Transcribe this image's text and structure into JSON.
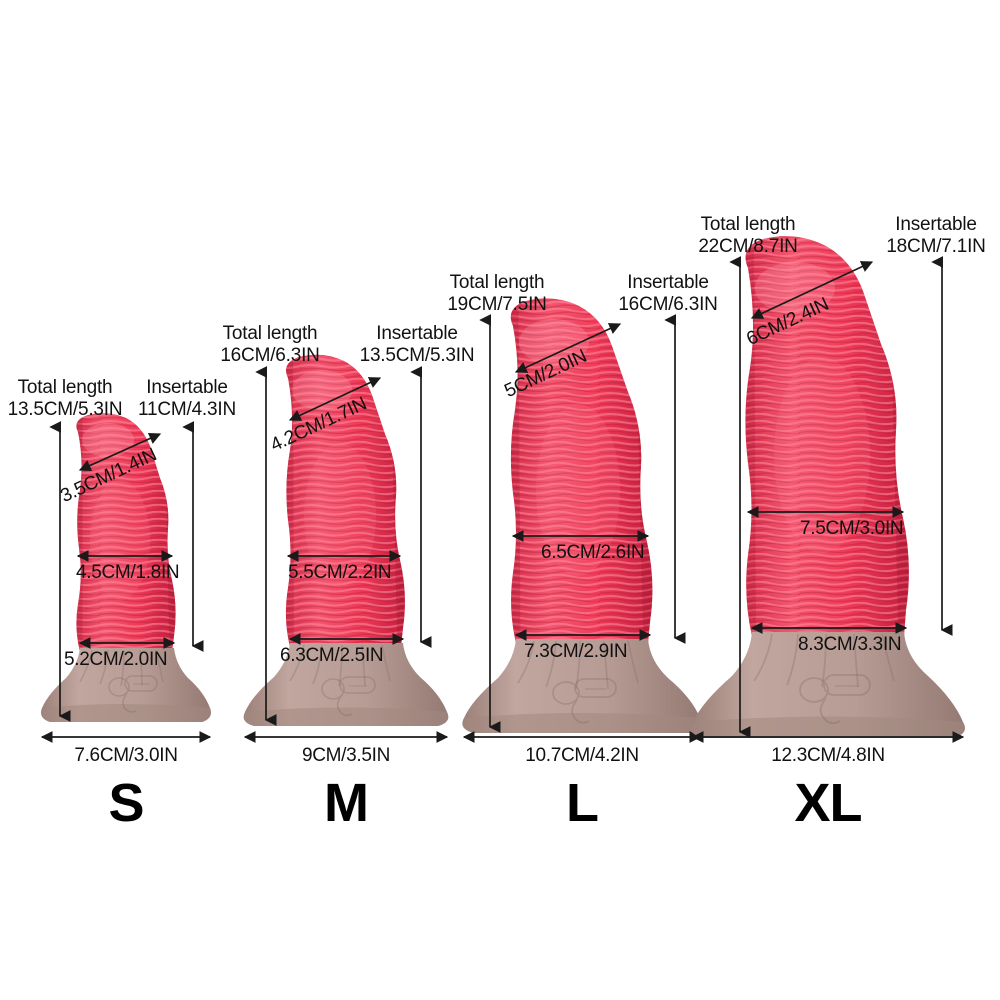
{
  "page": {
    "background": "#ffffff",
    "shaft_color": "#f0435e",
    "shaft_color_light": "#fb8396",
    "shaft_color_dark": "#c9203f",
    "base_color": "#b49a93",
    "base_color_dark": "#8e736c",
    "text_color": "#111111"
  },
  "labels": {
    "total_length": "Total length",
    "insertable": "Insertable"
  },
  "sizes": [
    {
      "letter": "S",
      "total_length": "13.5CM/5.3IN",
      "insertable": "11CM/4.3IN",
      "head_width": "3.5CM/1.4IN",
      "mid_girth": "4.5CM/1.8IN",
      "lower_girth": "5.2CM/2.0IN",
      "base_width": "7.6CM/3.0IN"
    },
    {
      "letter": "M",
      "total_length": "16CM/6.3IN",
      "insertable": "13.5CM/5.3IN",
      "head_width": "4.2CM/1.7IN",
      "mid_girth": "5.5CM/2.2IN",
      "lower_girth": "6.3CM/2.5IN",
      "base_width": "9CM/3.5IN"
    },
    {
      "letter": "L",
      "total_length": "19CM/7.5IN",
      "insertable": "16CM/6.3IN",
      "head_width": "5CM/2.0IN",
      "mid_girth": "6.5CM/2.6IN",
      "lower_girth": "7.3CM/2.9IN",
      "base_width": "10.7CM/4.2IN"
    },
    {
      "letter": "XL",
      "total_length": "22CM/8.7IN",
      "insertable": "18CM/7.1IN",
      "head_width": "6CM/2.4IN",
      "mid_girth": "7.5CM/3.0IN",
      "lower_girth": "8.3CM/3.3IN",
      "base_width": "12.3CM/4.8IN"
    }
  ]
}
